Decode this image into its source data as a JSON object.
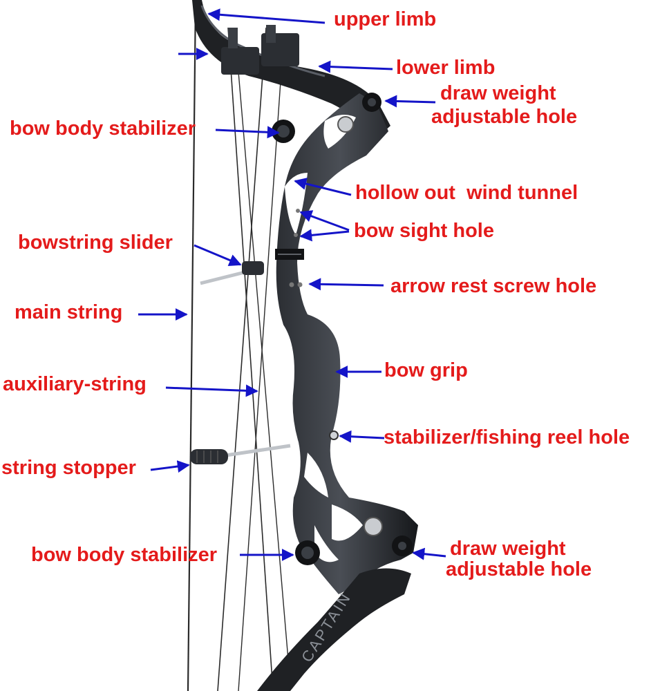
{
  "colors": {
    "label": "#e41b1b",
    "arrow": "#1414c8",
    "bow_body": "#1f2124",
    "bow_highlight": "#4a4e55",
    "string": "#2a2a2a"
  },
  "labels": {
    "upper_limb": "upper limb",
    "lower_limb": "lower limb",
    "draw_weight_top_line1": "draw weight",
    "draw_weight_top_line2": "adjustable hole",
    "bow_body_stabilizer_top": "bow body stabilizer",
    "hollow_wind_tunnel": "hollow out  wind tunnel",
    "bow_sight_hole": "bow sight hole",
    "bowstring_slider": "bowstring slider",
    "arrow_rest_screw_hole": "arrow rest screw hole",
    "main_string": "main string",
    "bow_grip": "bow grip",
    "auxiliary_string": "auxiliary-string",
    "stabilizer_fishing_reel_hole": "stabilizer/fishing reel hole",
    "string_stopper": "string stopper",
    "bow_body_stabilizer_bottom": "bow body stabilizer",
    "draw_weight_bottom_line1": "draw weight",
    "draw_weight_bottom_line2": "adjustable hole"
  },
  "limb_print": "CAPTAIN"
}
